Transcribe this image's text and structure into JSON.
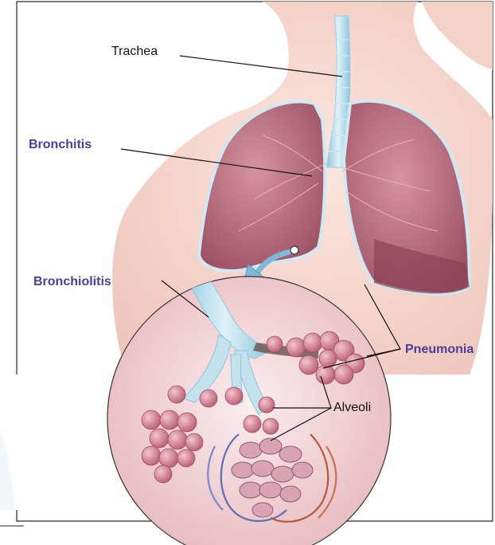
{
  "labels": {
    "trachea": "Trachea",
    "bronchitis": "Bronchitis",
    "bronchiolitis": "Bronchiolitis",
    "pneumonia": "Pneumonia",
    "alveoli": "Alveoli"
  },
  "colors": {
    "disease_label": "#4b3d9a",
    "anatomy_label": "#111111",
    "skin": "#f6d7cf",
    "lung": "#b96f7e",
    "airway": "#a9d6e8",
    "alveoli": "#d9899b"
  }
}
